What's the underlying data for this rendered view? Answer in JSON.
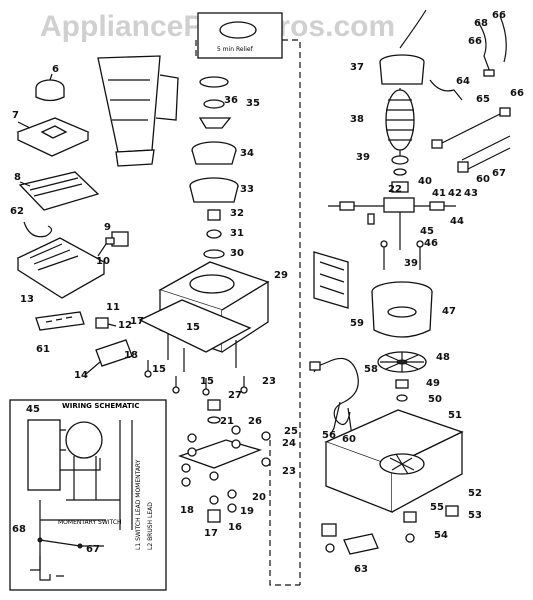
{
  "watermark": "AppliancePartsPros.com",
  "inset_label": "5 min Relief",
  "wiring": {
    "title": "WIRING SCHEMATIC",
    "switch_note": "MOMENTARY SWITCH",
    "lead_note_1": "L1 SWITCH LEAD MOMENTARY",
    "lead_note_2": "L2 BRUSH LEAD"
  },
  "callouts": [
    "6",
    "7",
    "8",
    "9",
    "10",
    "11",
    "12",
    "13",
    "14",
    "15",
    "15",
    "15",
    "16",
    "17",
    "17",
    "18",
    "18",
    "19",
    "20",
    "21",
    "22",
    "23",
    "23",
    "24",
    "25",
    "26",
    "27",
    "29",
    "30",
    "31",
    "32",
    "33",
    "34",
    "35",
    "36",
    "37",
    "38",
    "39",
    "39",
    "40",
    "41",
    "42",
    "43",
    "44",
    "45",
    "45",
    "46",
    "47",
    "48",
    "49",
    "50",
    "51",
    "52",
    "53",
    "54",
    "55",
    "56",
    "58",
    "59",
    "60",
    "60",
    "61",
    "62",
    "63",
    "64",
    "65",
    "66",
    "66",
    "66",
    "67",
    "67",
    "68",
    "68"
  ]
}
